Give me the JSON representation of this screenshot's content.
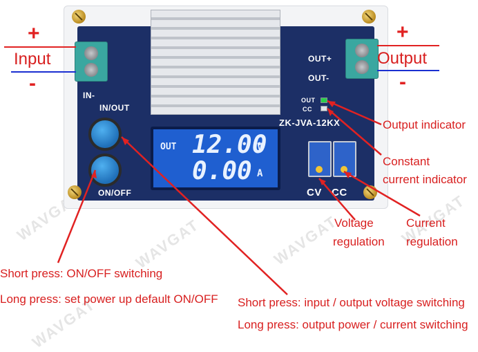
{
  "board": {
    "in_minus_silk": "IN-",
    "out_plus_silk": "OUT+",
    "out_minus_silk": "OUT-",
    "in_out_silk": "IN/OUT",
    "on_off_silk": "ON/OFF",
    "model_silk": "ZK-JVA-12KX",
    "out_led_silk": "OUT",
    "cc_led_silk": "CC",
    "cv_silk": "CV",
    "cc_silk": "CC"
  },
  "lcd": {
    "mode": "OUT",
    "voltage": "12.00",
    "voltage_unit": "V",
    "current": "0.00",
    "current_unit": "A"
  },
  "annotations": {
    "input_plus": "+",
    "input_label": "Input",
    "input_minus": "-",
    "output_plus": "+",
    "output_label": "Output",
    "output_minus": "-",
    "output_indicator": "Output indicator",
    "constant_current_line1": "Constant",
    "constant_current_line2": "current indicator",
    "voltage_reg_line1": "Voltage",
    "voltage_reg_line2": "regulation",
    "current_reg_line1": "Current",
    "current_reg_line2": "regulation",
    "onoff_short": "Short press: ON/OFF switching",
    "onoff_long": "Long press: set power up default ON/OFF",
    "inout_short": "Short press: input / output voltage switching",
    "inout_long": "Long press: output power / current switching"
  },
  "colors": {
    "annotation": "#d81f1f",
    "wire_positive": "#e12222",
    "wire_negative": "#1a2fd1",
    "pcb": "#1c2f66",
    "lcd": "#1f5fd0"
  },
  "watermark": "WAVGAT"
}
